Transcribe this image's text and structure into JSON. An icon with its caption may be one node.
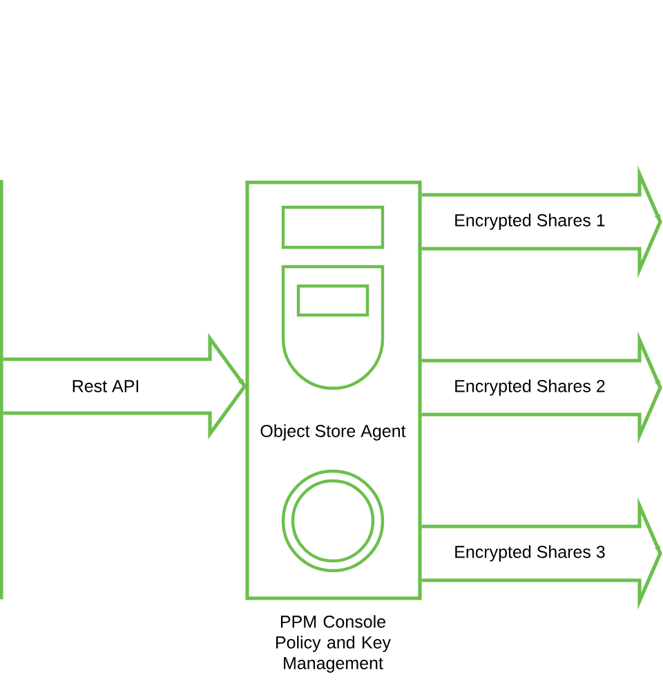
{
  "diagram": {
    "nodes": [
      {
        "text": [],
        "shape": "box"
      },
      {
        "text": [
          "Object Store Agent"
        ],
        "beside": [
          "PPM Console Policy and Key Management"
        ]
      }
    ],
    "edges": [
      {
        "from": 0,
        "to": 1,
        "arrow": "to",
        "label": "Rest API"
      },
      {
        "from": 1,
        "to": null,
        "arrow": "to",
        "label": "Encrypted Shares 1"
      },
      {
        "from": 1,
        "to": null,
        "arrow": "to",
        "label": "Encrypted Shares 2"
      },
      {
        "from": 1,
        "to": null,
        "arrow": "to",
        "label": "Encrypted Shares 3"
      }
    ]
  }
}
